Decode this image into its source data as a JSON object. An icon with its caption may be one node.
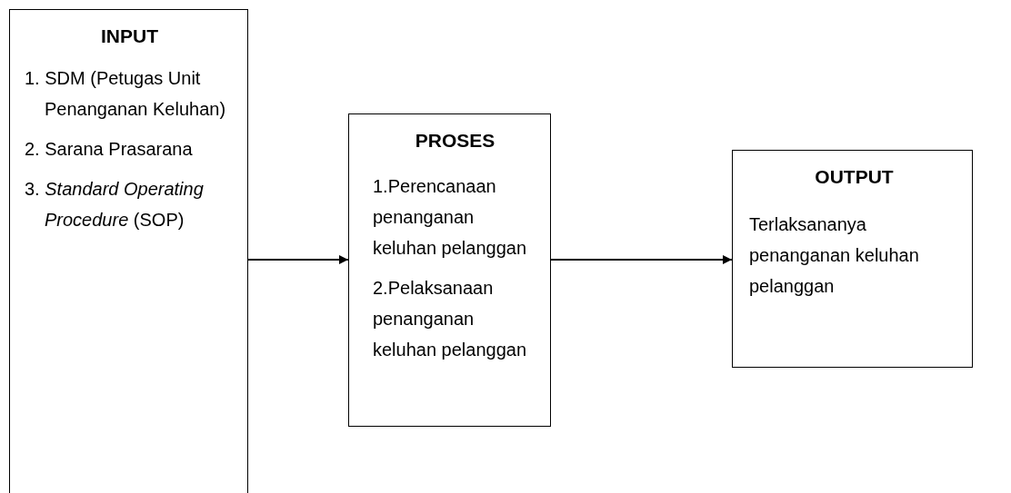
{
  "diagram": {
    "nodes": [
      {
        "text": [
          "INPUT",
          "1. SDM (Petugas Unit Penanganan Keluhan)",
          "2. Sarana Prasarana",
          "3. *Standard Operating Procedure* (SOP)"
        ]
      },
      {
        "text": [
          "PROSES",
          "1.Perencanaan penanganan keluhan pelanggan",
          "2.Pelaksanaan penanganan keluhan pelanggan"
        ]
      },
      {
        "text": [
          "OUTPUT",
          "Terlaksananya penanganan keluhan pelanggan"
        ]
      }
    ],
    "edges": [
      {
        "from": 0,
        "to": 1,
        "arrow": "to"
      },
      {
        "from": 1,
        "to": 2,
        "arrow": "to"
      }
    ]
  }
}
